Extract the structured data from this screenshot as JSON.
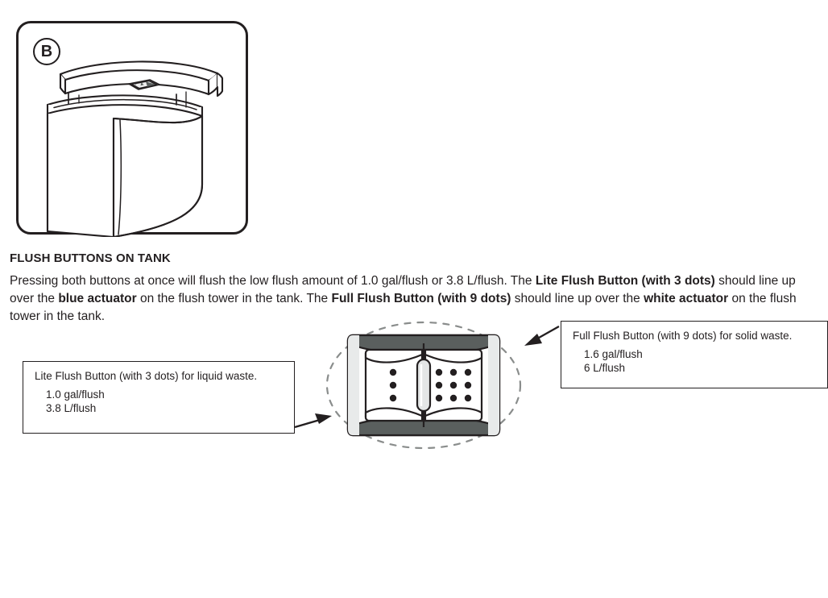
{
  "illustration": {
    "step_label": "B",
    "caption_alt": "tank-with-lid-and-flush-button-plate"
  },
  "section": {
    "heading": "FLUSH BUTTONS ON TANK",
    "paragraph": {
      "part1": "Pressing both buttons at once will flush the low flush amount of 1.0 gal/flush or 3.8 L/flush. The ",
      "bold1": "Lite Flush Button (with 3 dots)",
      "part2": " should line up over the ",
      "bold2": "blue actuator",
      "part3": " on the flush tower in the tank. The ",
      "bold3": "Full Flush Button (with 9 dots)",
      "part4": " should line up over the ",
      "bold4": "white actuator",
      "part5": " on the flush tower in the tank."
    }
  },
  "callouts": {
    "lite": {
      "title": "Lite Flush Button (with 3 dots) for liquid waste.",
      "values": [
        "1.0 gal/flush",
        "3.8 L/flush"
      ]
    },
    "full": {
      "title": "Full Flush Button (with 9 dots) for solid waste.",
      "values": [
        "1.6 gal/flush",
        "6 L/flush"
      ]
    }
  },
  "button_detail": {
    "lite_dots": 3,
    "full_dots": 9,
    "label": "dual-flush-button-plate"
  },
  "colors": {
    "ink": "#231f20",
    "shade_dark": "#5a5f5e",
    "shade_light": "#d9dbda",
    "dashed_guide": "#8a8d8c"
  }
}
